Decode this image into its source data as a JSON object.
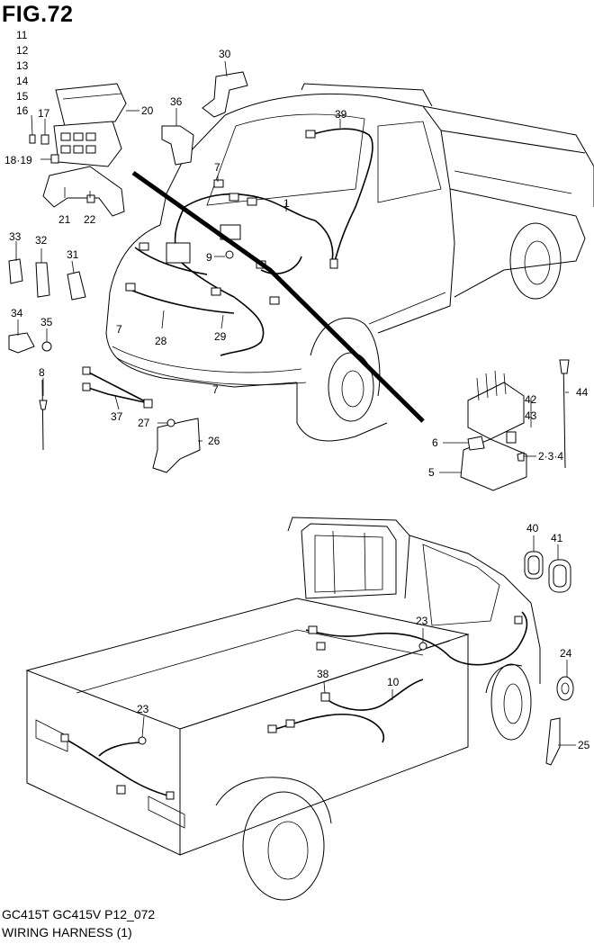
{
  "figure": {
    "title": "FIG.72",
    "model": "GC415T GC415V P12_072",
    "subtitle": "WIRING HARNESS (1)"
  },
  "callouts": [
    "11",
    "12",
    "13",
    "14",
    "15",
    "16",
    "17",
    "18·19",
    "20",
    "21",
    "22",
    "30",
    "36",
    "39",
    "7",
    "1",
    "9",
    "33",
    "32",
    "31",
    "34",
    "35",
    "8",
    "37",
    "28",
    "29",
    "27",
    "26",
    "44",
    "42",
    "43",
    "6",
    "2·3·4",
    "5",
    "40",
    "41",
    "23",
    "24",
    "38",
    "10",
    "25"
  ]
}
